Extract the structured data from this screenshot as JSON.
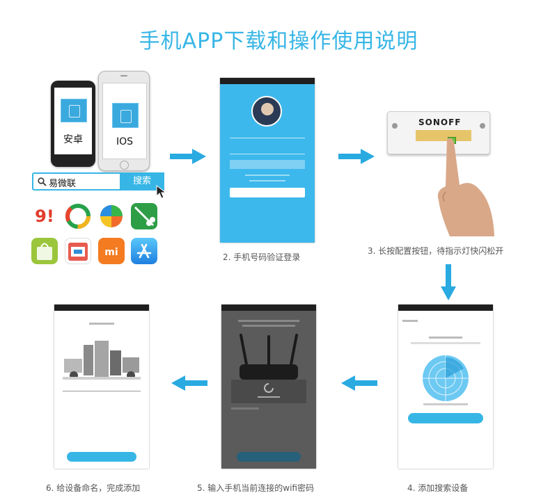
{
  "title": "手机APP下载和操作使用说明",
  "phones": {
    "android_label": "安卓",
    "ios_label": "IOS"
  },
  "search": {
    "value": "易微联",
    "button_label": "搜索"
  },
  "steps": [
    {
      "label": "2. 手机号码验证登录"
    },
    {
      "label": "3. 长按配置按钮，待指示灯快闪松开"
    },
    {
      "label": "4. 添加搜索设备"
    },
    {
      "label": "5. 输入手机当前连接的wifi密码"
    },
    {
      "label": "6. 给设备命名，完成添加"
    }
  ],
  "device": {
    "brand": "Sonoff"
  },
  "colors": {
    "accent": "#37b6e6",
    "arrow": "#29aae1",
    "login_bg": "#3db8ec"
  },
  "icons": [
    "search-icon",
    "cursor-icon",
    "app-store-icons",
    "arrow-right-icon",
    "arrow-down-icon",
    "arrow-left-icon",
    "router-icon",
    "radar-icon",
    "spinner-icon",
    "avatar"
  ]
}
